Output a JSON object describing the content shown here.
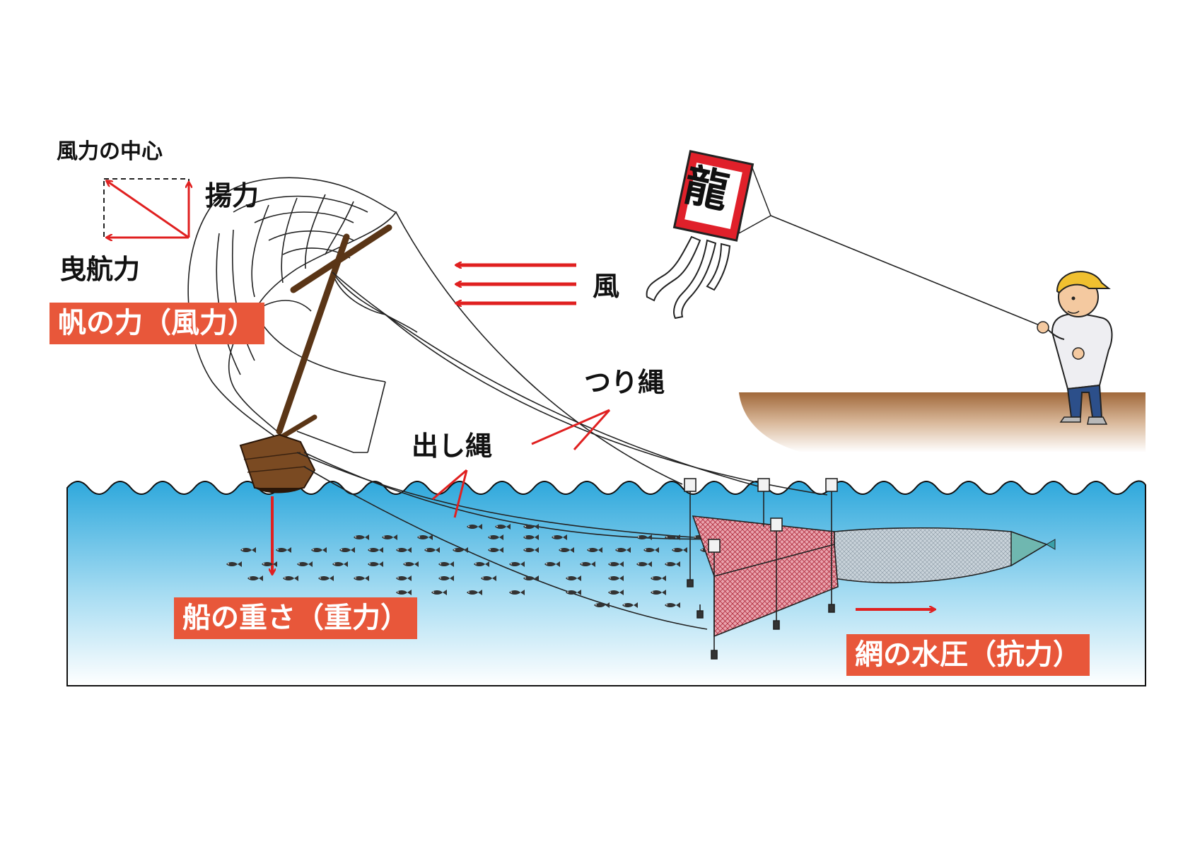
{
  "labels": {
    "wind_center": "風力の中心",
    "lift": "揚力",
    "towing": "曳航力",
    "wind": "風",
    "hanging_rope": "つり縄",
    "lead_rope": "出し縄",
    "kite_character": "龍"
  },
  "boxes": {
    "sail_force": "帆の力（風力）",
    "boat_weight": "船の重さ（重力）",
    "net_drag": "網の水圧（抗力）"
  },
  "colors": {
    "accent_red": "#e02020",
    "box_fill": "#e8573a",
    "sea_top": "#2ea8dc",
    "net_red": "#c43a4a",
    "hull_brown": "#7a4a22",
    "shore_brown": "#a0683a"
  }
}
